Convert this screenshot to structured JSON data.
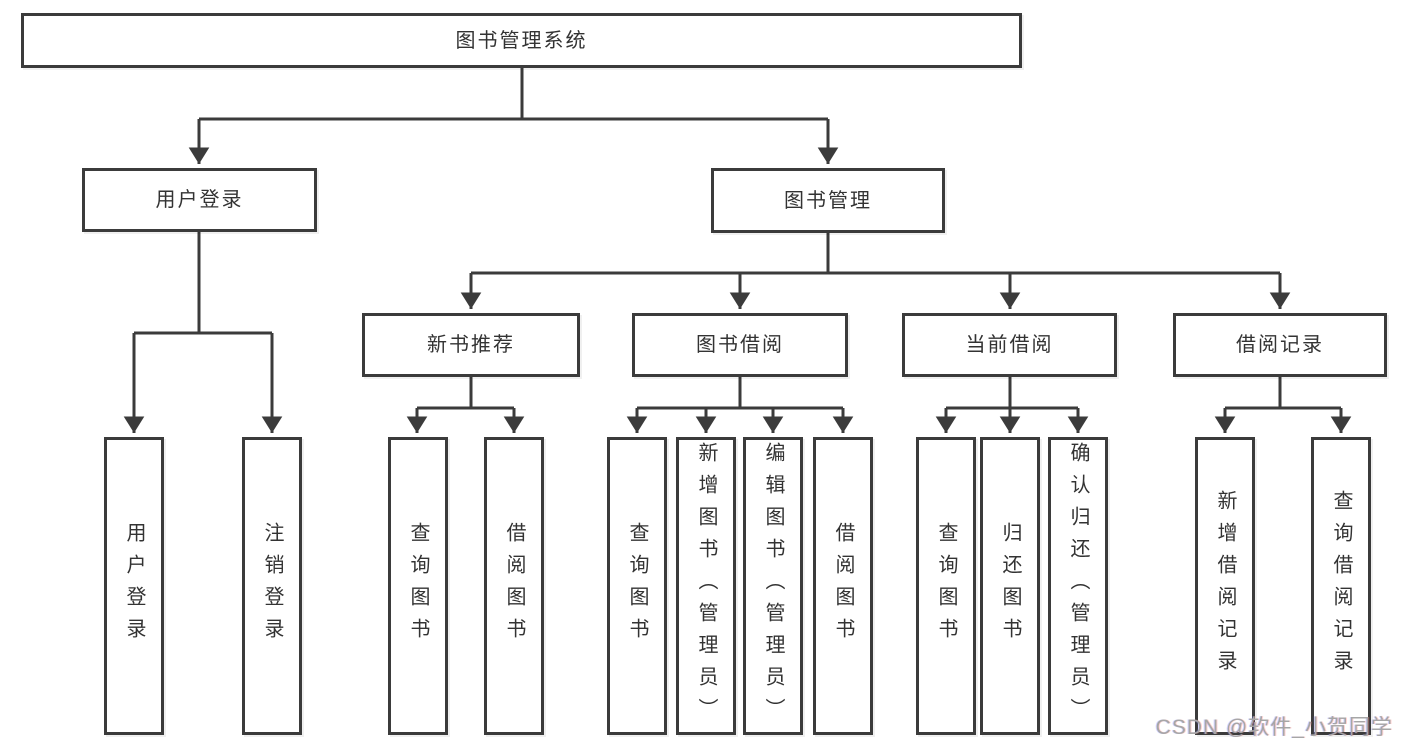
{
  "diagram": {
    "root": {
      "label": "图书管理系统"
    },
    "level2": [
      {
        "label": "用户登录"
      },
      {
        "label": "图书管理"
      }
    ],
    "level3": [
      {
        "label": "新书推荐"
      },
      {
        "label": "图书借阅"
      },
      {
        "label": "当前借阅"
      },
      {
        "label": "借阅记录"
      }
    ],
    "leaves": {
      "user_login": [
        {
          "label": "用户登录"
        },
        {
          "label": "注销登录"
        }
      ],
      "new_books": [
        {
          "label": "查询图书"
        },
        {
          "label": "借阅图书"
        }
      ],
      "book_borrow": [
        {
          "label": "查询图书"
        },
        {
          "label": "新增图书（管理员）"
        },
        {
          "label": "编辑图书（管理员）"
        },
        {
          "label": "借阅图书"
        }
      ],
      "current_borrow": [
        {
          "label": "查询图书"
        },
        {
          "label": "归还图书"
        },
        {
          "label": "确认归还（管理员）"
        }
      ],
      "borrow_records": [
        {
          "label": "新增借阅记录"
        },
        {
          "label": "查询借阅记录"
        }
      ]
    }
  },
  "watermark": {
    "text": "CSDN @软件_小贺同学"
  },
  "colors": {
    "line": "#3b3b3b",
    "text": "#333333",
    "background": "#ffffff",
    "watermark": "#a6a6a6"
  }
}
